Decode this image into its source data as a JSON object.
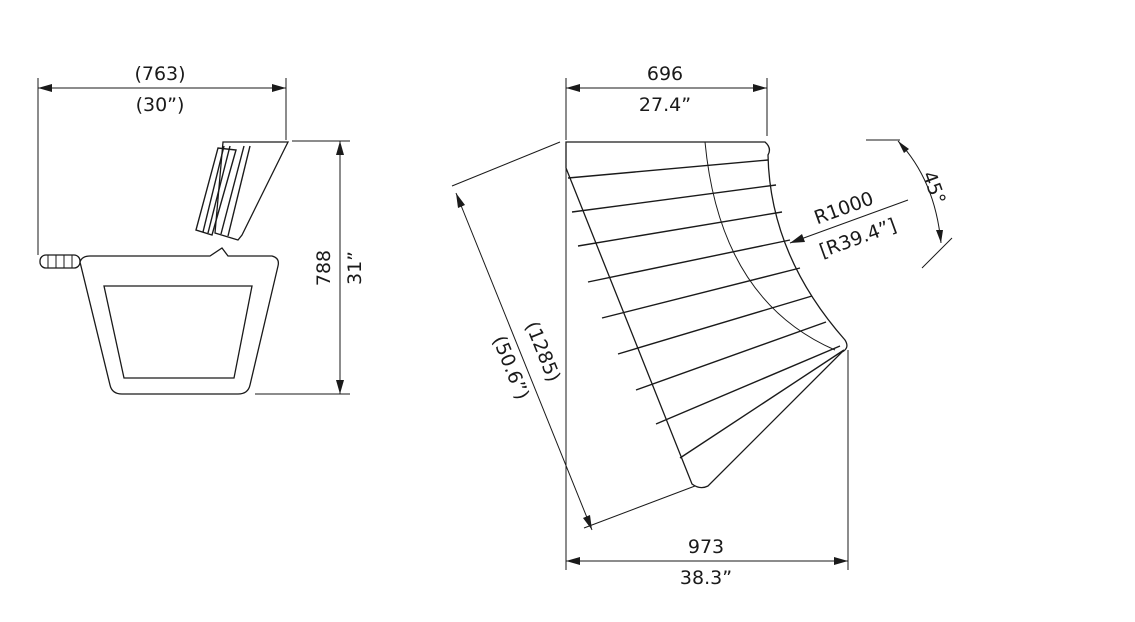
{
  "side_view": {
    "width_mm": "(763)",
    "width_in": "(30”)",
    "height_mm": "788",
    "height_in": "31”"
  },
  "plan_view": {
    "top_width_mm": "696",
    "top_width_in": "27.4”",
    "bottom_width_mm": "973",
    "bottom_width_in": "38.3”",
    "diagonal_mm": "(1285)",
    "diagonal_in": "(50.6”)",
    "radius_mm": "R1000",
    "radius_in": "[R39.4”]",
    "angle": "45°"
  }
}
